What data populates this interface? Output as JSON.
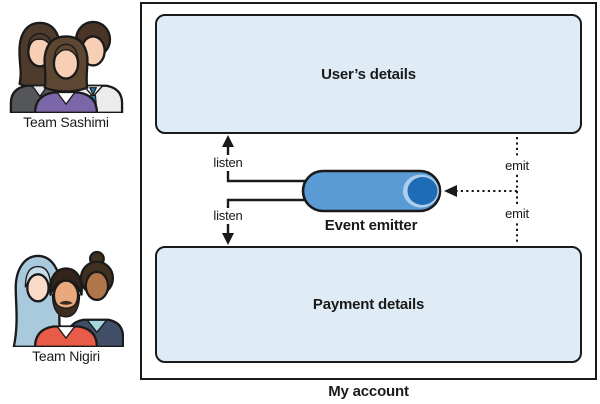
{
  "teams": [
    {
      "label": "Team Sashimi"
    },
    {
      "label": "Team Nigiri"
    }
  ],
  "account": {
    "label": "My account",
    "modules": [
      {
        "label": "User’s details"
      },
      {
        "label": "Payment details"
      }
    ]
  },
  "emitter": {
    "label": "Event emitter"
  },
  "edges": {
    "listen_top": "listen",
    "listen_bottom": "listen",
    "emit_top": "emit",
    "emit_bottom": "emit"
  },
  "colors": {
    "module_fill": "#dfecf6",
    "outline": "#1a1a1a",
    "emitter_body": "#5b9bd5",
    "emitter_cap": "#1e6cb5",
    "emitter_cap_ring": "#aecfeb"
  }
}
